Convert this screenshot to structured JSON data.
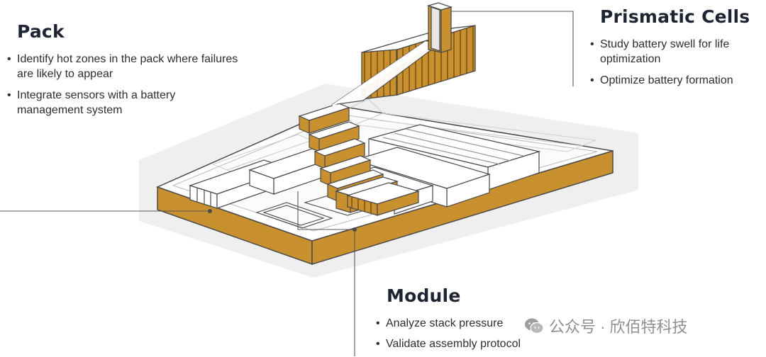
{
  "pack": {
    "title": "Pack",
    "bullets": [
      "Identify hot zones in the pack where failures are likely to appear",
      "Integrate sensors with a battery management system"
    ]
  },
  "prismatic_cells": {
    "title": "Prismatic Cells",
    "bullets": [
      "Study battery swell for life optimization",
      "Optimize battery formation"
    ]
  },
  "module": {
    "title": "Module",
    "bullets": [
      "Analyze stack pressure",
      "Validate assembly protocol"
    ]
  },
  "watermark": {
    "text": "公众号 · 欣佰特科技",
    "icon": "wechat-icon"
  },
  "colors": {
    "gold": "#c8902f",
    "gold_dark": "#8a5a12",
    "outline": "#4a4a4a",
    "pack_gray": "#eeeeee",
    "heading": "#1f2433"
  }
}
